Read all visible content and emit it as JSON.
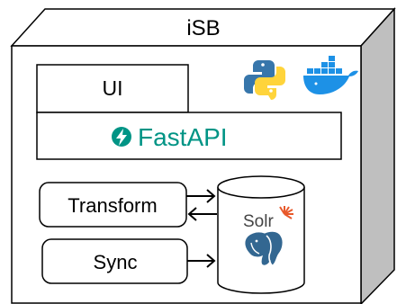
{
  "diagram": {
    "title": "iSB",
    "ui_label": "UI",
    "api_label": "FastAPI",
    "transform_label": "Transform",
    "sync_label": "Sync",
    "solr_label": "Solr"
  },
  "colors": {
    "outline": "#000000",
    "box_fill": "#ffffff",
    "side_shade": "#bfbfbf",
    "fastapi_teal": "#009485",
    "python_blue": "#3776ab",
    "python_yellow": "#ffd43b",
    "docker_blue": "#1d91e6",
    "solr_orange": "#e8592b",
    "postgres_blue": "#336791"
  },
  "icons": [
    "python-logo-icon",
    "docker-logo-icon",
    "fastapi-bolt-icon",
    "solr-sun-icon",
    "postgres-elephant-icon"
  ]
}
